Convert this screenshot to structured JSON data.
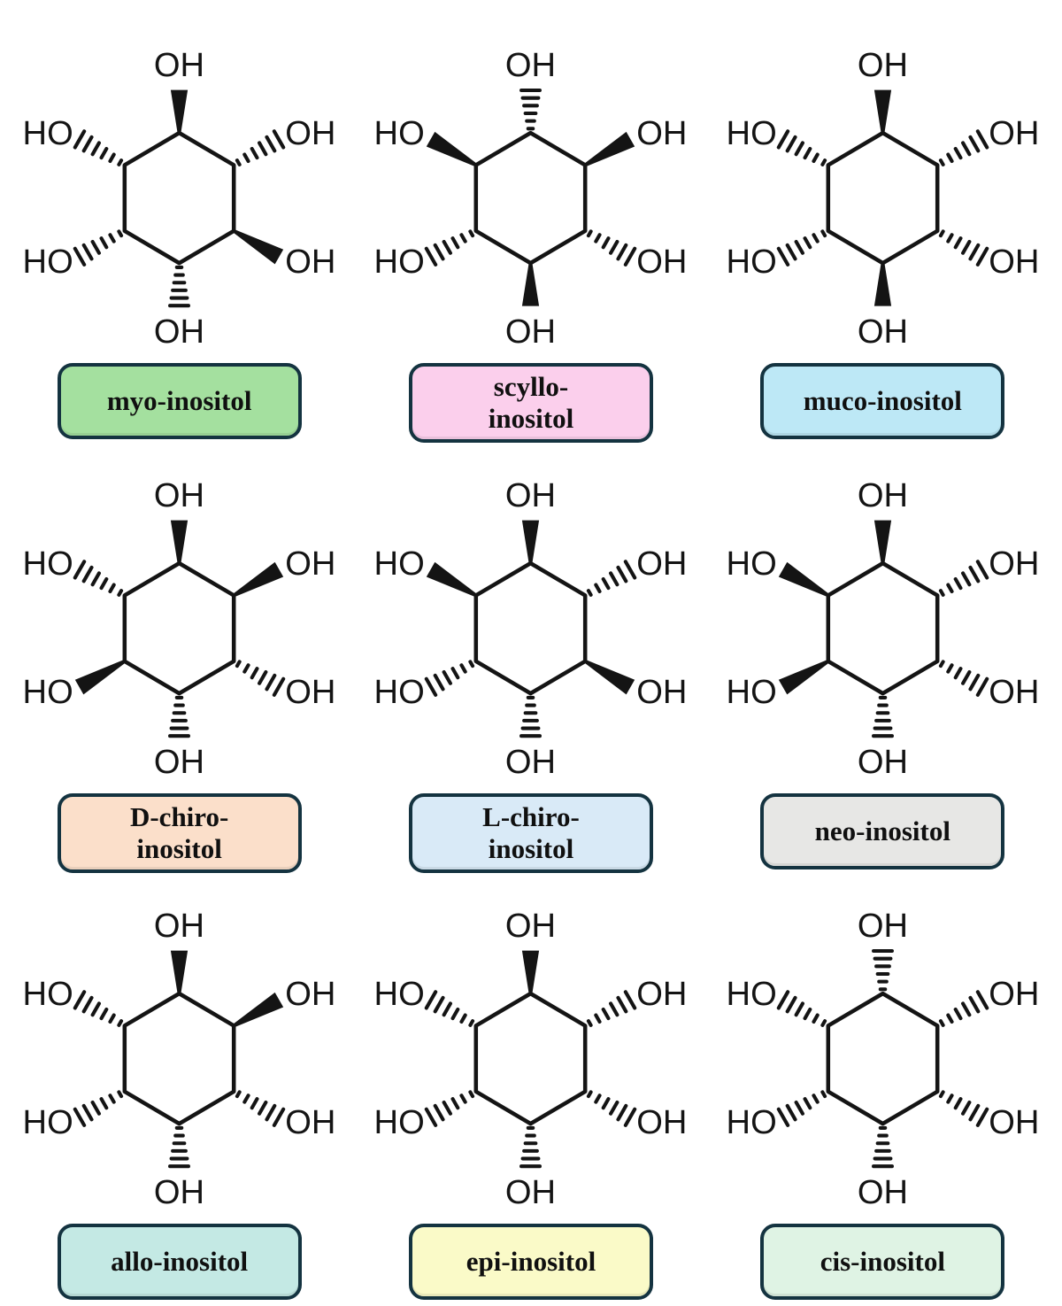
{
  "figure": {
    "background": "#ffffff",
    "bond_color": "#141414",
    "atom_label_color": "#141414",
    "box_border_color": "#143340",
    "box_text_color": "#101010",
    "molecules": [
      {
        "name": "myo-inositol",
        "label_lines": [
          "myo-inositol"
        ],
        "label_bg": "#a4e09f",
        "substituents": {
          "top": {
            "text": "OH",
            "bond": "wedge"
          },
          "upper_left": {
            "text": "HO",
            "bond": "hash"
          },
          "upper_right": {
            "text": "OH",
            "bond": "hash"
          },
          "lower_left": {
            "text": "HO",
            "bond": "hash"
          },
          "lower_right": {
            "text": "OH",
            "bond": "wedge"
          },
          "bottom": {
            "text": "OH",
            "bond": "hash"
          }
        }
      },
      {
        "name": "scyllo-inositol",
        "label_lines": [
          "scyllo-",
          "inositol"
        ],
        "label_bg": "#fbcfec",
        "substituents": {
          "top": {
            "text": "OH",
            "bond": "hash"
          },
          "upper_left": {
            "text": "HO",
            "bond": "wedge"
          },
          "upper_right": {
            "text": "OH",
            "bond": "wedge"
          },
          "lower_left": {
            "text": "HO",
            "bond": "hash"
          },
          "lower_right": {
            "text": "OH",
            "bond": "hash"
          },
          "bottom": {
            "text": "OH",
            "bond": "wedge"
          }
        }
      },
      {
        "name": "muco-inositol",
        "label_lines": [
          "muco-inositol"
        ],
        "label_bg": "#bde8f6",
        "substituents": {
          "top": {
            "text": "OH",
            "bond": "wedge"
          },
          "upper_left": {
            "text": "HO",
            "bond": "hash"
          },
          "upper_right": {
            "text": "OH",
            "bond": "hash"
          },
          "lower_left": {
            "text": "HO",
            "bond": "hash"
          },
          "lower_right": {
            "text": "OH",
            "bond": "hash"
          },
          "bottom": {
            "text": "OH",
            "bond": "wedge"
          }
        }
      },
      {
        "name": "D-chiro-inositol",
        "label_lines": [
          "D-chiro-",
          "inositol"
        ],
        "label_bg": "#fbdfca",
        "substituents": {
          "top": {
            "text": "OH",
            "bond": "wedge"
          },
          "upper_left": {
            "text": "HO",
            "bond": "hash"
          },
          "upper_right": {
            "text": "OH",
            "bond": "wedge"
          },
          "lower_left": {
            "text": "HO",
            "bond": "wedge"
          },
          "lower_right": {
            "text": "OH",
            "bond": "hash"
          },
          "bottom": {
            "text": "OH",
            "bond": "hash"
          }
        }
      },
      {
        "name": "L-chiro-inositol",
        "label_lines": [
          "L-chiro-",
          "inositol"
        ],
        "label_bg": "#d9eaf7",
        "substituents": {
          "top": {
            "text": "OH",
            "bond": "wedge"
          },
          "upper_left": {
            "text": "HO",
            "bond": "wedge"
          },
          "upper_right": {
            "text": "OH",
            "bond": "hash"
          },
          "lower_left": {
            "text": "HO",
            "bond": "hash"
          },
          "lower_right": {
            "text": "OH",
            "bond": "wedge"
          },
          "bottom": {
            "text": "OH",
            "bond": "hash"
          }
        }
      },
      {
        "name": "neo-inositol",
        "label_lines": [
          "neo-inositol"
        ],
        "label_bg": "#e7e7e5",
        "substituents": {
          "top": {
            "text": "OH",
            "bond": "wedge"
          },
          "upper_left": {
            "text": "HO",
            "bond": "wedge"
          },
          "upper_right": {
            "text": "OH",
            "bond": "hash"
          },
          "lower_left": {
            "text": "HO",
            "bond": "wedge"
          },
          "lower_right": {
            "text": "OH",
            "bond": "hash"
          },
          "bottom": {
            "text": "OH",
            "bond": "hash"
          }
        }
      },
      {
        "name": "allo-inositol",
        "label_lines": [
          "allo-inositol"
        ],
        "label_bg": "#c4e9e4",
        "substituents": {
          "top": {
            "text": "OH",
            "bond": "wedge"
          },
          "upper_left": {
            "text": "HO",
            "bond": "hash"
          },
          "upper_right": {
            "text": "OH",
            "bond": "wedge"
          },
          "lower_left": {
            "text": "HO",
            "bond": "hash"
          },
          "lower_right": {
            "text": "OH",
            "bond": "hash"
          },
          "bottom": {
            "text": "OH",
            "bond": "hash"
          }
        }
      },
      {
        "name": "epi-inositol",
        "label_lines": [
          "epi-inositol"
        ],
        "label_bg": "#fafac8",
        "substituents": {
          "top": {
            "text": "OH",
            "bond": "wedge"
          },
          "upper_left": {
            "text": "HO",
            "bond": "hash"
          },
          "upper_right": {
            "text": "OH",
            "bond": "hash"
          },
          "lower_left": {
            "text": "HO",
            "bond": "hash"
          },
          "lower_right": {
            "text": "OH",
            "bond": "hash"
          },
          "bottom": {
            "text": "OH",
            "bond": "hash"
          }
        }
      },
      {
        "name": "cis-inositol",
        "label_lines": [
          "cis-inositol"
        ],
        "label_bg": "#dff3e4",
        "substituents": {
          "top": {
            "text": "OH",
            "bond": "hash"
          },
          "upper_left": {
            "text": "HO",
            "bond": "hash"
          },
          "upper_right": {
            "text": "OH",
            "bond": "hash"
          },
          "lower_left": {
            "text": "HO",
            "bond": "hash"
          },
          "lower_right": {
            "text": "OH",
            "bond": "hash"
          },
          "bottom": {
            "text": "OH",
            "bond": "hash"
          }
        }
      }
    ]
  }
}
